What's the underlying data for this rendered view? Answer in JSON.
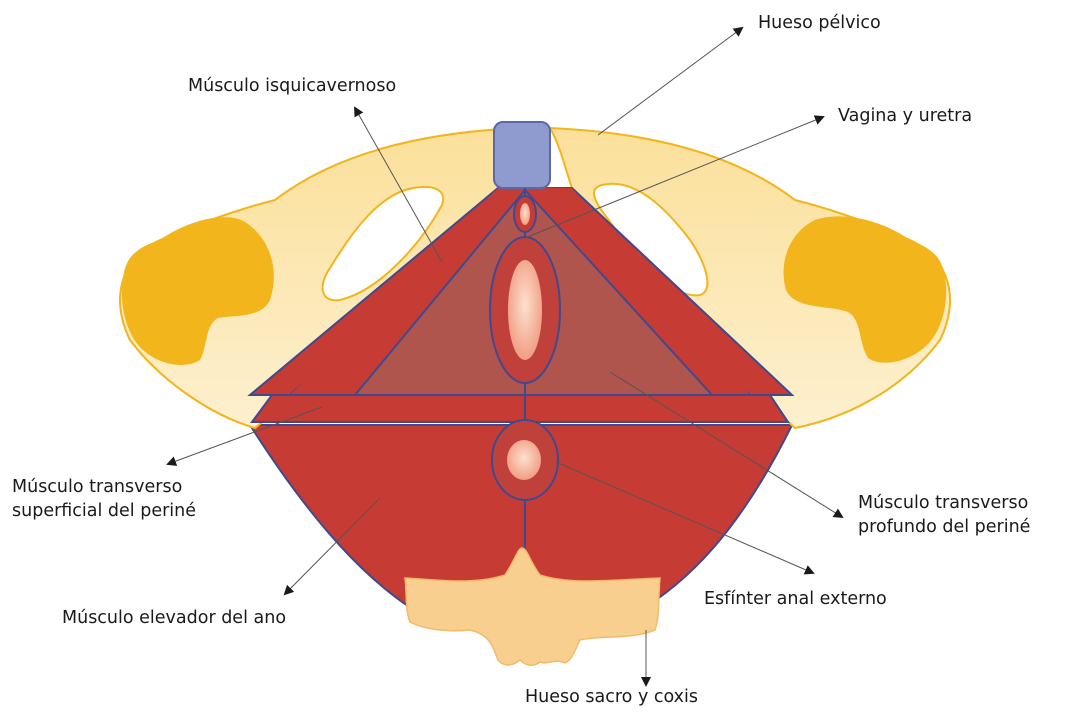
{
  "labels": {
    "pelvic_bone": "Hueso pélvico",
    "ischiocavernosus": "Músculo isquicavernoso",
    "vagina_urethra": "Vagina y uretra",
    "superficial_transverse_line1": "Músculo transverso",
    "superficial_transverse_line2": "superficial del periné",
    "deep_transverse_line1": "Músculo transverso",
    "deep_transverse_line2": "profundo del periné",
    "external_anal_sphincter": "Esfínter anal externo",
    "levator_ani": "Músculo elevador del ano",
    "sacrum_coccyx": "Hueso sacro y coxis"
  },
  "colors": {
    "bone_light": "#fbe7b0",
    "bone_dark": "#f2b51c",
    "muscle": "#c73b35",
    "muscle_triangle": "#b0544e",
    "outline": "#3f4a8e",
    "pubis_block": "#8f9bcf",
    "opening": "#f2a98f",
    "sacrum": "#f8cf8e"
  }
}
